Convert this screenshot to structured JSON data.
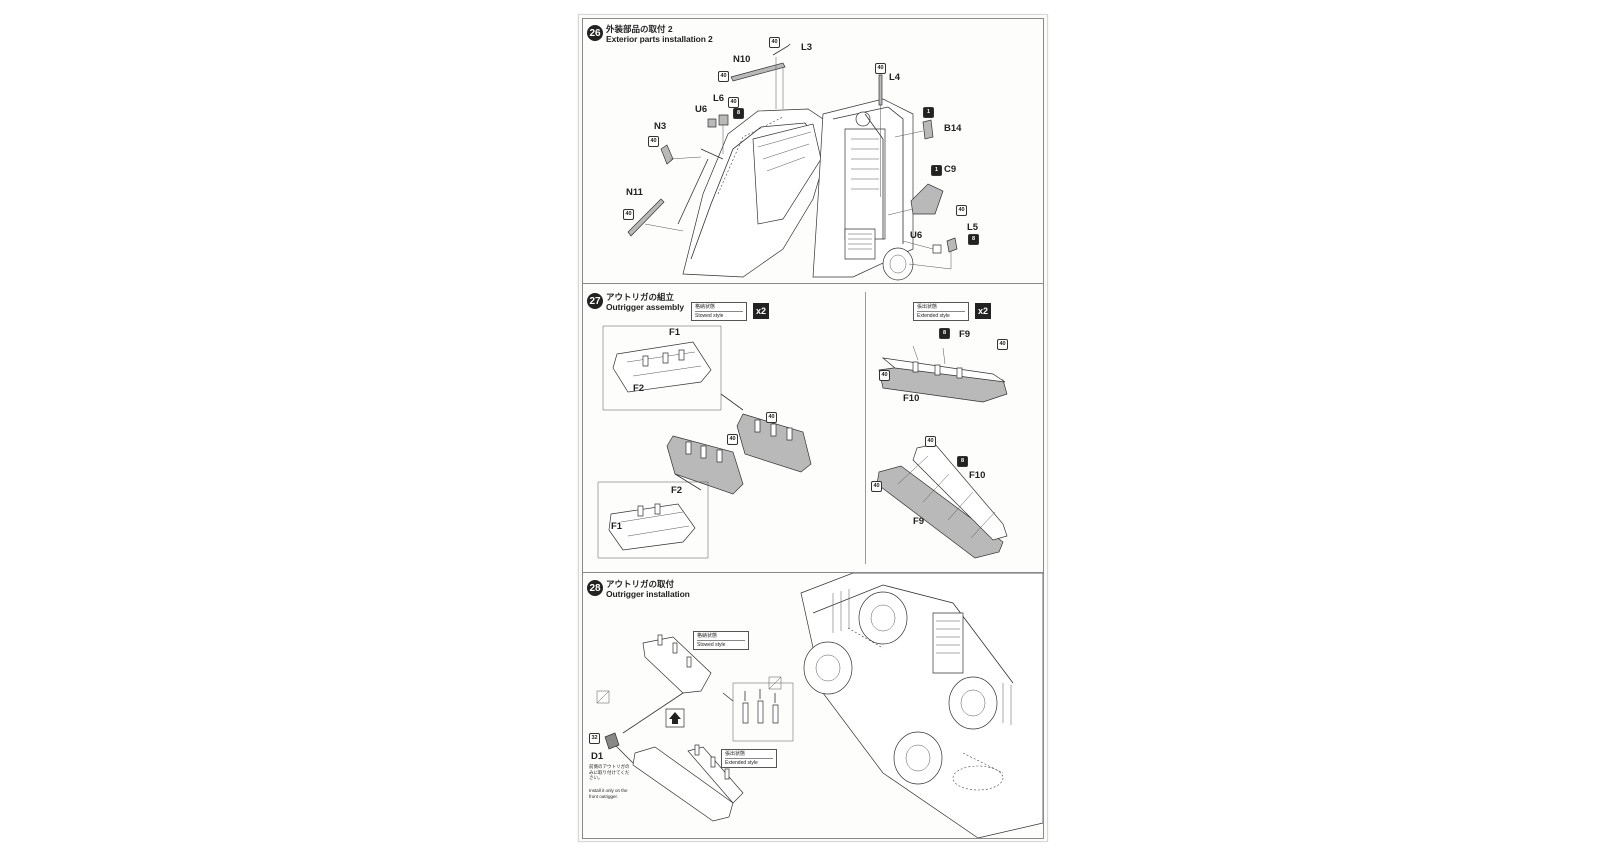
{
  "step26": {
    "number": "26",
    "title_jp": "外装部品の取付 2",
    "title_en": "Exterior parts installation 2",
    "parts": {
      "l3": "L3",
      "n10": "N10",
      "l4": "L4",
      "l6": "L6",
      "u6_top": "U6",
      "b14": "B14",
      "n3": "N3",
      "c9": "C9",
      "n11": "N11",
      "l5": "L5",
      "u6_bottom": "U6"
    }
  },
  "step27": {
    "number": "27",
    "title_jp": "アウトリガの組立",
    "title_en": "Outrigger assembly",
    "stowed": {
      "jp": "格納状態",
      "en": "Stowed style"
    },
    "extended": {
      "jp": "張出状態",
      "en": "Extended style"
    },
    "multiplier": "x2",
    "parts": {
      "f1_top": "F1",
      "f2_top": "F2",
      "f2_bottom": "F2",
      "f1_bottom": "F1",
      "f9_top": "F9",
      "f10_top": "F10",
      "f10_bottom": "F10",
      "f9_bottom": "F9"
    }
  },
  "step28": {
    "number": "28",
    "title_jp": "アウトリガの取付",
    "title_en": "Outrigger installation",
    "stowed": {
      "jp": "格納状態",
      "en": "Stowed style"
    },
    "extended": {
      "jp": "張出状態",
      "en": "Extended style"
    },
    "part_d1": "D1",
    "note_jp": "前側のアウトリガのみに取り付けてください。",
    "note_en": "Install it only on the front outrigger."
  }
}
